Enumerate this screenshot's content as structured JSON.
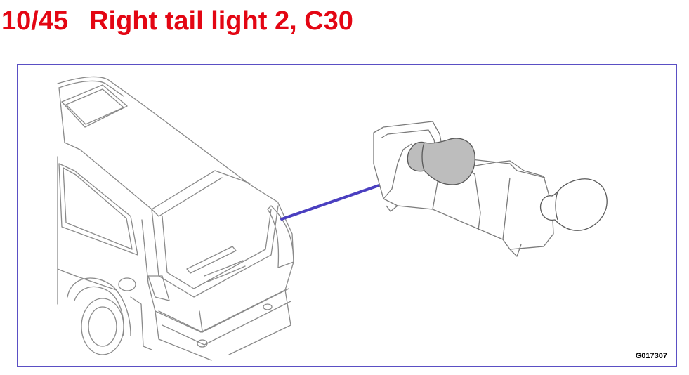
{
  "header": {
    "page_number": "10/45",
    "title": "Right tail light 2, C30"
  },
  "figure": {
    "code": "G017307",
    "colors": {
      "title": "#e30613",
      "frame": "#5a4fc4",
      "pointer": "#4a3fc0",
      "bulb_fill": "#bdbdbd",
      "line_art": "#8a8a8a"
    },
    "subject": "car-rear-icon",
    "detail": "tail-light-bulb-socket-icon"
  }
}
